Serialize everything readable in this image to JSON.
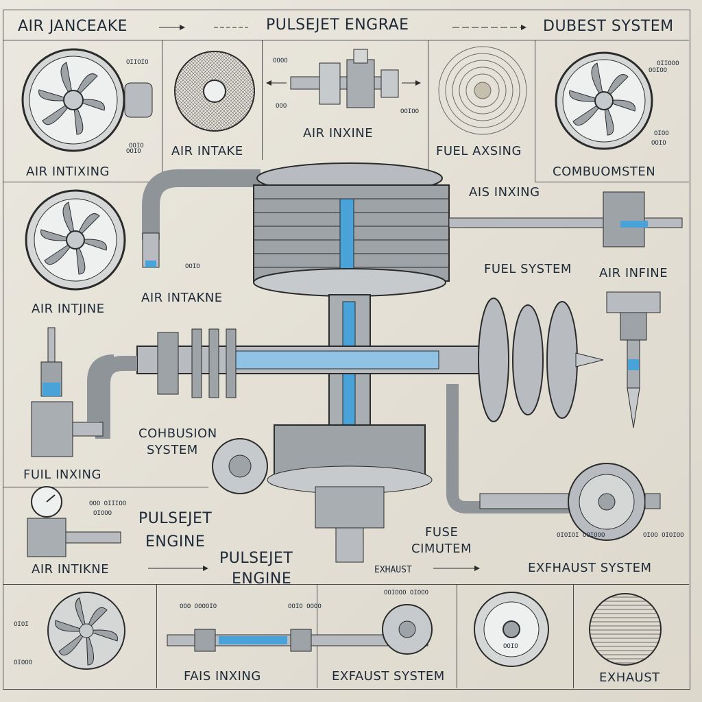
{
  "header": {
    "left_title": "AIR JANCEAKE",
    "center_title": "PULSEJET ENGRAE",
    "right_title": "DUBEST SYSTEM"
  },
  "labels": {
    "air_intixing_top": "AIR INTIXING",
    "air_intake_top": "AIR INTAKE",
    "air_inxine_top": "AIR INXINE",
    "fuel_axsing": "FUEL AXSING",
    "combuomsten": "COMBUOMSTEN",
    "ais_inxing": "AIS INXING",
    "fuel_system": "FUEL SYSTEM",
    "air_infine": "AIR INFINE",
    "air_intjine": "AIR INTJINE",
    "air_intakne": "AIR INTAKNE",
    "combustion_system": [
      "COHBUSION",
      "SYSTEM"
    ],
    "fuil_inxing": "FUIL INXING",
    "pulsejet_engine_mid": [
      "PULSEJET",
      "ENGINE"
    ],
    "air_intikne": "AIR INTIKNE",
    "pulsejet_engine_center": [
      "PULSEJET",
      "ENGINE"
    ],
    "fuse_cimutem": [
      "FUSE",
      "CIMUTEM"
    ],
    "exhaust_small": "EXHAUST",
    "exhaust_system_right": "EXFHAUST SYSTEM",
    "fais_inxing": "FAIS INXING",
    "exfaust_system_bottom": "EXFAUST SYSTEM",
    "exhaust_bottom_right": "EXHAUST"
  },
  "small_text": {
    "a": "OIIOIO",
    "b": "OOOO",
    "c": "OOO OIIIOO",
    "d": "OIOOO",
    "e": "OOIOO",
    "f": "OOO OOOOIO",
    "g": "OOIO OOOO",
    "h": "OIOIOI OOIOOO",
    "i": "OOIOOO OIOOO",
    "j": "OIOO OIOIOO",
    "k": "OOIO",
    "l": "OOIOO",
    "m": "OIIOOO",
    "n": "OOIO",
    "o": "OIOI",
    "p": "OIOOO",
    "q": "OOIO",
    "r": "OOIO",
    "s": "OOO",
    "t": "OIOO",
    "u": "OOIO"
  },
  "colors": {
    "ink": "#2b2b2b",
    "text": "#1f2a38",
    "paper": "#e6e2d8",
    "accent_blue": "#4aa3d8",
    "metal": "#b8bcc0"
  },
  "icons": [
    "fan-icon",
    "mesh-disc-icon",
    "valve-assembly-icon",
    "spiral-disc-icon",
    "pressure-gauge-icon",
    "flange-icon",
    "nozzle-icon",
    "pipe-icon",
    "cone-icon"
  ]
}
